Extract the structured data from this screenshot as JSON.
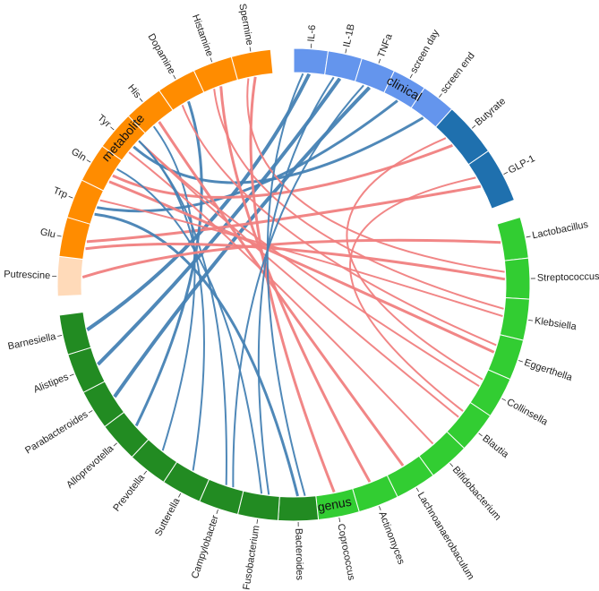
{
  "chart_data": {
    "type": "chord",
    "title": "",
    "center": [
      328,
      318
    ],
    "outer_radius": 264,
    "inner_radius": 237,
    "colors": {
      "metabolite": "#FF8C00",
      "metabolite_light": "#FFDAB9",
      "clinical": "#6495ED",
      "clinical_dark": "#1F70AE",
      "genus_light": "#32CD32",
      "genus_dark": "#228B22",
      "positive_link": "#F08080",
      "negative_link": "#4682B4"
    },
    "groups": [
      {
        "name": "clinical",
        "label": "clinical",
        "label_segment": "screen day"
      },
      {
        "name": "genus",
        "label": "genus",
        "label_segment": "Coprococcus"
      },
      {
        "name": "metabolite",
        "label": "metabolite",
        "label_segment": "Tyr"
      }
    ],
    "segments": [
      {
        "name": "IL-6",
        "group": "clinical",
        "color": "#6495ED",
        "start": 0.0,
        "end": 8.4
      },
      {
        "name": "IL-1B",
        "group": "clinical",
        "color": "#6495ED",
        "start": 8.4,
        "end": 16.8
      },
      {
        "name": "TNFa",
        "group": "clinical",
        "color": "#6495ED",
        "start": 16.8,
        "end": 25.2
      },
      {
        "name": "screen day",
        "group": "clinical",
        "color": "#6495ED",
        "start": 25.2,
        "end": 33.6
      },
      {
        "name": "screen end",
        "group": "clinical",
        "color": "#6495ED",
        "start": 33.6,
        "end": 42.0
      },
      {
        "name": "Butyrate",
        "group": "clinical",
        "color": "#1F70AE",
        "start": 42.0,
        "end": 55.5
      },
      {
        "name": "GLP-1",
        "group": "clinical",
        "color": "#1F70AE",
        "start": 55.5,
        "end": 69.0
      },
      {
        "name": "Lactobacillus",
        "group": "genus",
        "color": "#32CD32",
        "start": 73.4,
        "end": 83.5
      },
      {
        "name": "Streptococcus",
        "group": "genus",
        "color": "#32CD32",
        "start": 83.5,
        "end": 93.5
      },
      {
        "name": "Klebsiella",
        "group": "genus",
        "color": "#32CD32",
        "start": 93.5,
        "end": 103.6
      },
      {
        "name": "Eggerthella",
        "group": "genus",
        "color": "#32CD32",
        "start": 103.6,
        "end": 113.6
      },
      {
        "name": "Collinsella",
        "group": "genus",
        "color": "#32CD32",
        "start": 113.6,
        "end": 123.7
      },
      {
        "name": "Blautia",
        "group": "genus",
        "color": "#32CD32",
        "start": 123.7,
        "end": 133.8
      },
      {
        "name": "Bifidobacterium",
        "group": "genus",
        "color": "#32CD32",
        "start": 133.8,
        "end": 143.8
      },
      {
        "name": "Lachnoanaerobaculum",
        "group": "genus",
        "color": "#32CD32",
        "start": 143.8,
        "end": 153.9
      },
      {
        "name": "Actinomyces",
        "group": "genus",
        "color": "#32CD32",
        "start": 153.9,
        "end": 163.9
      },
      {
        "name": "Coprococcus",
        "group": "genus",
        "color": "#32CD32",
        "start": 163.9,
        "end": 174.0
      },
      {
        "name": "Bacteroides",
        "group": "genus",
        "color": "#228B22",
        "start": 174.0,
        "end": 183.8
      },
      {
        "name": "Fusobacterium",
        "group": "genus",
        "color": "#228B22",
        "start": 183.8,
        "end": 193.7
      },
      {
        "name": "Campylobacter",
        "group": "genus",
        "color": "#228B22",
        "start": 193.7,
        "end": 203.5
      },
      {
        "name": "Sutterella",
        "group": "genus",
        "color": "#228B22",
        "start": 203.5,
        "end": 213.4
      },
      {
        "name": "Prevotella",
        "group": "genus",
        "color": "#228B22",
        "start": 213.4,
        "end": 223.2
      },
      {
        "name": "Alloprevotella",
        "group": "genus",
        "color": "#228B22",
        "start": 223.2,
        "end": 233.1
      },
      {
        "name": "Parabacteroides",
        "group": "genus",
        "color": "#228B22",
        "start": 233.1,
        "end": 242.9
      },
      {
        "name": "Alistipes",
        "group": "genus",
        "color": "#228B22",
        "start": 242.9,
        "end": 252.8
      },
      {
        "name": "Barnesiella",
        "group": "genus",
        "color": "#228B22",
        "start": 252.8,
        "end": 262.6
      },
      {
        "name": "Putrescine",
        "group": "metabolite",
        "color": "#FFDAB9",
        "start": 267.2,
        "end": 276.9
      },
      {
        "name": "Glu",
        "group": "metabolite",
        "color": "#FF8C00",
        "start": 276.9,
        "end": 286.6
      },
      {
        "name": "Trp",
        "group": "metabolite",
        "color": "#FF8C00",
        "start": 286.6,
        "end": 296.3
      },
      {
        "name": "Gln",
        "group": "metabolite",
        "color": "#FF8C00",
        "start": 296.3,
        "end": 305.9
      },
      {
        "name": "Tyr",
        "group": "metabolite",
        "color": "#FF8C00",
        "start": 305.9,
        "end": 315.6
      },
      {
        "name": "His",
        "group": "metabolite",
        "color": "#FF8C00",
        "start": 315.6,
        "end": 325.3
      },
      {
        "name": "Dopamine",
        "group": "metabolite",
        "color": "#FF8C00",
        "start": 325.3,
        "end": 335.0
      },
      {
        "name": "Histamine",
        "group": "metabolite",
        "color": "#FF8C00",
        "start": 335.0,
        "end": 344.7
      },
      {
        "name": "Spermine",
        "group": "metabolite",
        "color": "#FF8C00",
        "start": 344.7,
        "end": 354.4
      }
    ],
    "links": [
      {
        "source": "IL-6",
        "target": "Barnesiella",
        "sign": "negative",
        "width": 4
      },
      {
        "source": "IL-1B",
        "target": "Alistipes",
        "sign": "negative",
        "width": 4
      },
      {
        "source": "TNFa",
        "target": "Parabacteroides",
        "sign": "negative",
        "width": 4
      },
      {
        "source": "screen day",
        "target": "Trp",
        "sign": "negative",
        "width": 3
      },
      {
        "source": "screen end",
        "target": "Tyr",
        "sign": "negative",
        "width": 3
      },
      {
        "source": "Butyrate",
        "target": "Gln",
        "sign": "positive",
        "width": 3
      },
      {
        "source": "GLP-1",
        "target": "Glu",
        "sign": "positive",
        "width": 3
      },
      {
        "source": "Spermine",
        "target": "Coprococcus",
        "sign": "positive",
        "width": 3
      },
      {
        "source": "Histamine",
        "target": "Actinomyces",
        "sign": "positive",
        "width": 3
      },
      {
        "source": "Dopamine",
        "target": "Alloprevotella",
        "sign": "negative",
        "width": 3
      },
      {
        "source": "His",
        "target": "Lachnoanaerobaculum",
        "sign": "positive",
        "width": 3
      },
      {
        "source": "His",
        "target": "Prevotella",
        "sign": "negative",
        "width": 2
      },
      {
        "source": "Tyr",
        "target": "Bifidobacterium",
        "sign": "positive",
        "width": 2
      },
      {
        "source": "Tyr",
        "target": "Blautia",
        "sign": "positive",
        "width": 2
      },
      {
        "source": "Tyr",
        "target": "Collinsella",
        "sign": "positive",
        "width": 2
      },
      {
        "source": "Tyr",
        "target": "Sutterella",
        "sign": "negative",
        "width": 2
      },
      {
        "source": "Tyr",
        "target": "Campylobacter",
        "sign": "negative",
        "width": 2
      },
      {
        "source": "Gln",
        "target": "Eggerthella",
        "sign": "positive",
        "width": 3
      },
      {
        "source": "Gln",
        "target": "Fusobacterium",
        "sign": "negative",
        "width": 2
      },
      {
        "source": "Trp",
        "target": "Bacteroides",
        "sign": "negative",
        "width": 3
      },
      {
        "source": "Trp",
        "target": "Klebsiella",
        "sign": "positive",
        "width": 2
      },
      {
        "source": "Glu",
        "target": "Streptococcus",
        "sign": "positive",
        "width": 3
      },
      {
        "source": "Putrescine",
        "target": "Lactobacillus",
        "sign": "positive",
        "width": 3
      },
      {
        "source": "Histamine",
        "target": "Klebsiella",
        "sign": "positive",
        "width": 2
      },
      {
        "source": "Spermine",
        "target": "Streptococcus",
        "sign": "positive",
        "width": 2
      },
      {
        "source": "Dopamine",
        "target": "Eggerthella",
        "sign": "positive",
        "width": 2
      },
      {
        "source": "IL-6",
        "target": "Bacteroides",
        "sign": "negative",
        "width": 2
      },
      {
        "source": "IL-1B",
        "target": "Fusobacterium",
        "sign": "negative",
        "width": 2
      },
      {
        "source": "TNFa",
        "target": "Campylobacter",
        "sign": "negative",
        "width": 2
      },
      {
        "source": "Butyrate",
        "target": "Collinsella",
        "sign": "positive",
        "width": 2
      },
      {
        "source": "GLP-1",
        "target": "Blautia",
        "sign": "positive",
        "width": 2
      }
    ]
  }
}
